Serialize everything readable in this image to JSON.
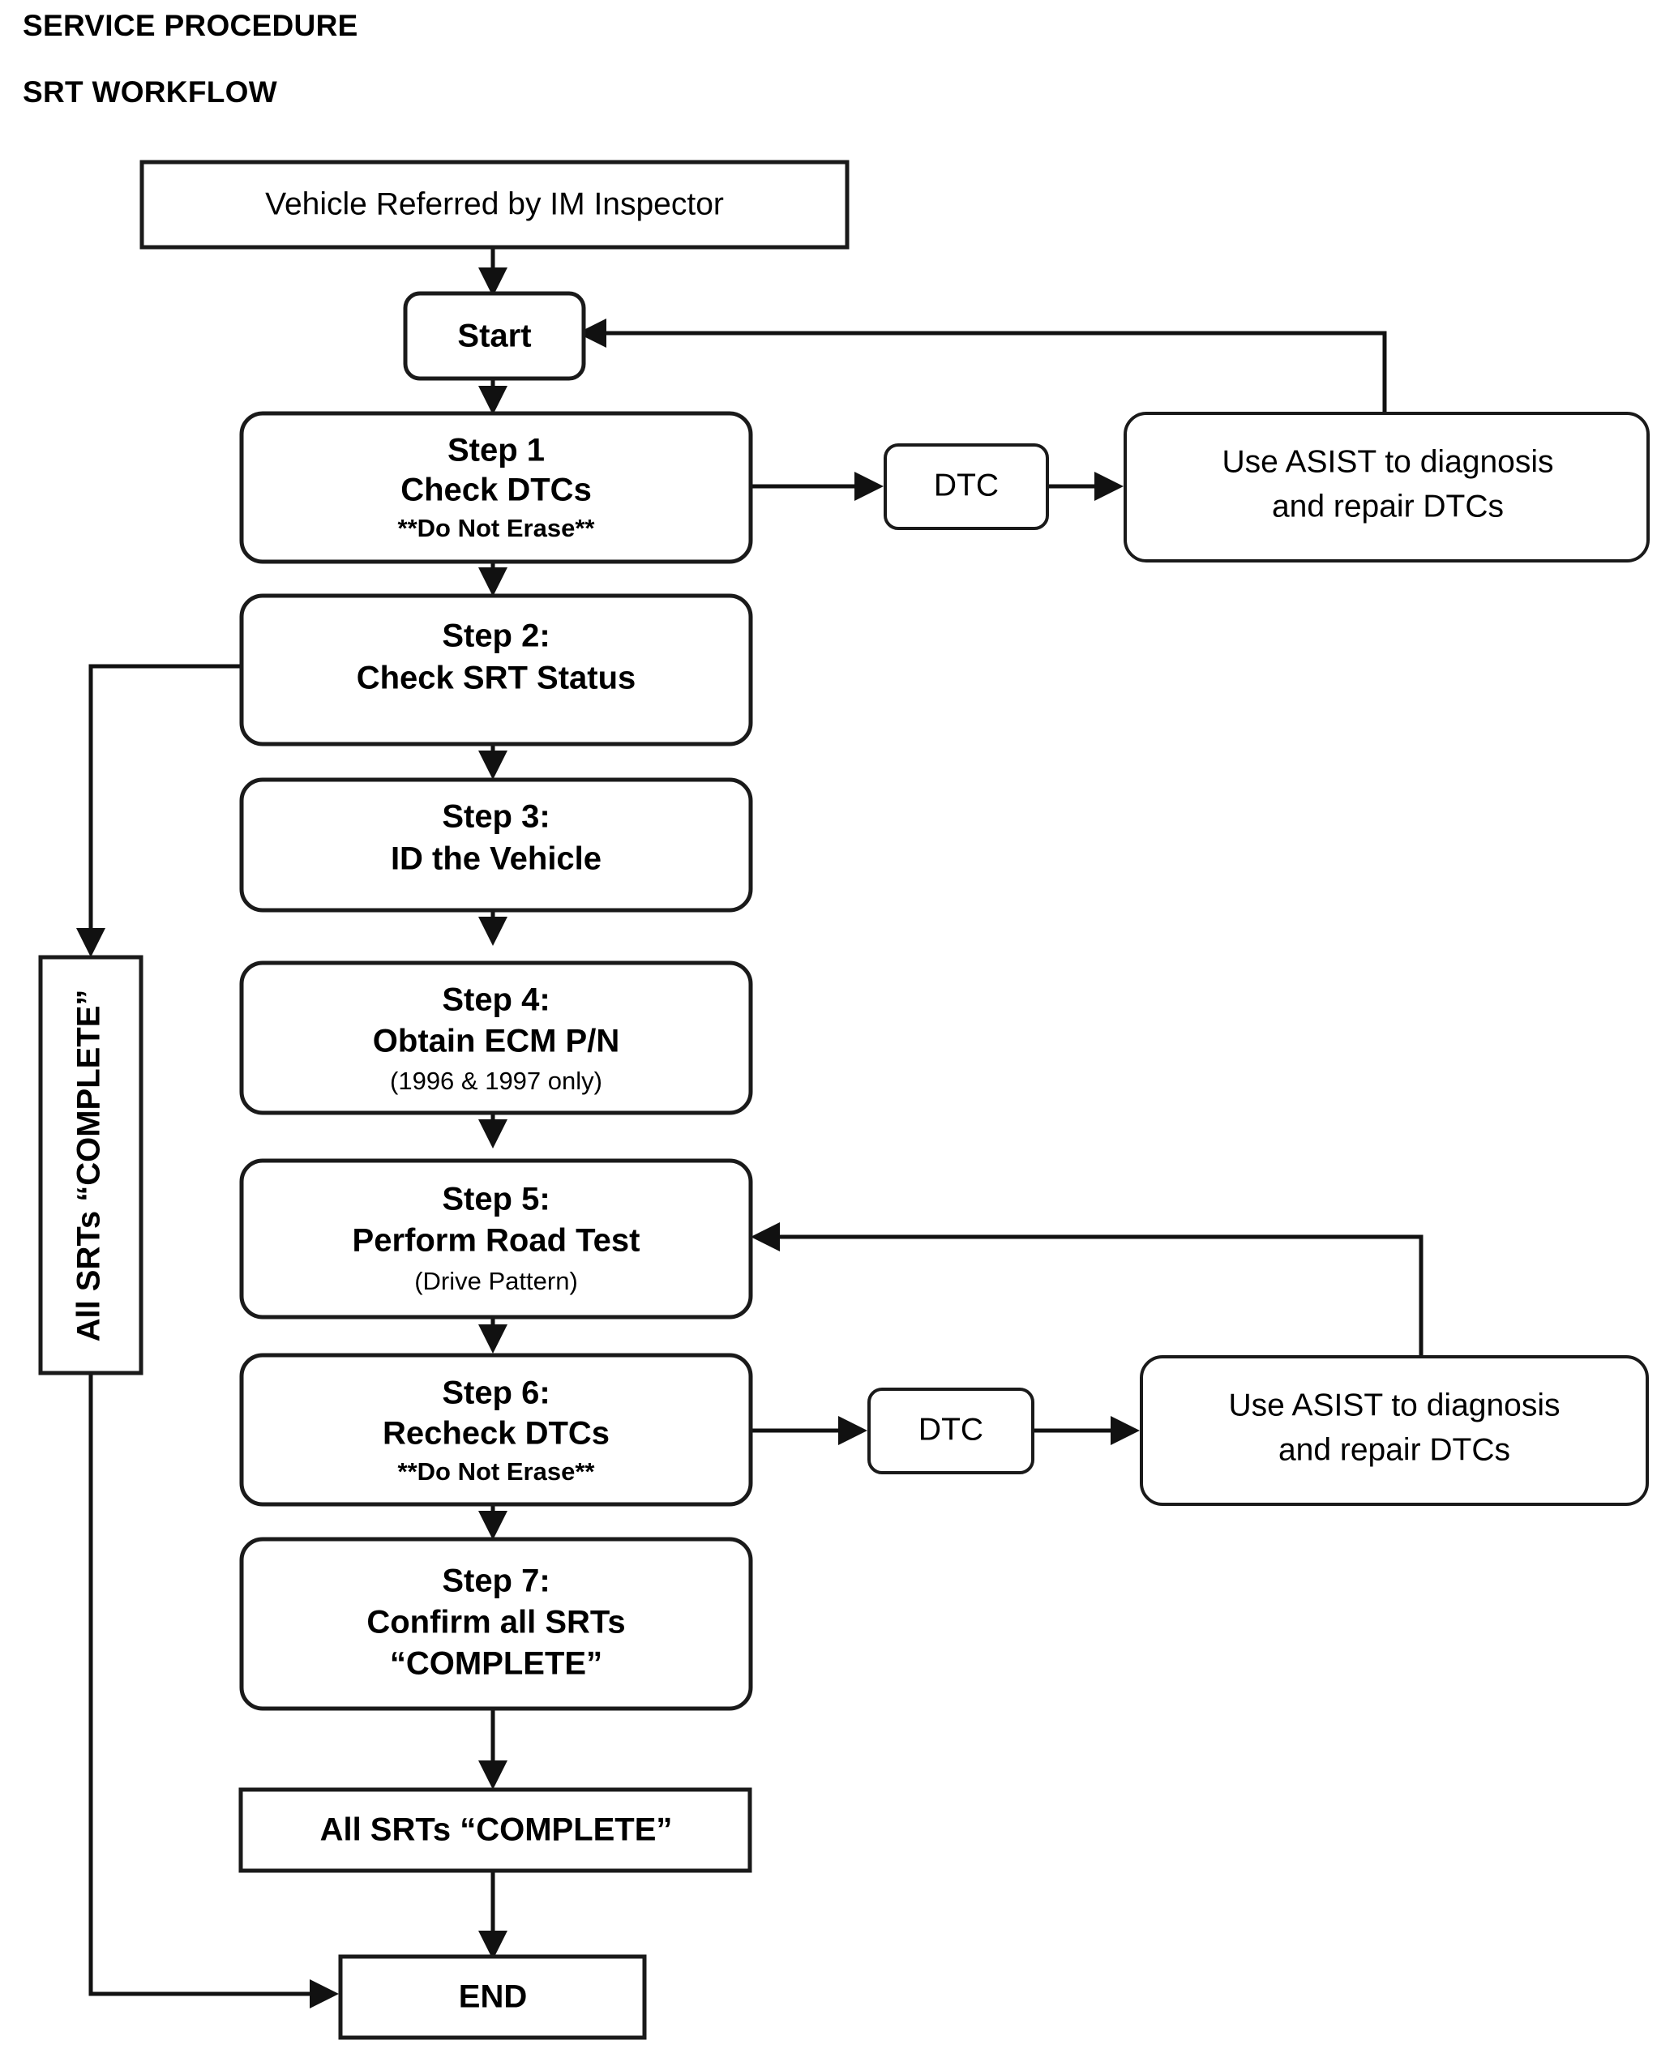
{
  "header": {
    "line1": "SERVICE PROCEDURE",
    "line2": "SRT WORKFLOW"
  },
  "chart_data": {
    "type": "flowchart",
    "title": "SRT WORKFLOW",
    "subtitle": "SERVICE PROCEDURE",
    "orientation": "top-to-bottom",
    "nodes": [
      {
        "id": "referral",
        "label": "Vehicle Referred by IM Inspector",
        "shape": "rectangle"
      },
      {
        "id": "start",
        "label": "Start",
        "shape": "rounded"
      },
      {
        "id": "step1",
        "label": "Step 1\nCheck DTCs\n**Do Not Erase**",
        "shape": "rounded"
      },
      {
        "id": "dtc1",
        "label": "DTC",
        "shape": "rounded"
      },
      {
        "id": "asist1",
        "label": "Use ASIST to diagnosis\nand repair DTCs",
        "shape": "rounded"
      },
      {
        "id": "step2",
        "label": "Step 2:\nCheck SRT Status",
        "shape": "rounded"
      },
      {
        "id": "step3",
        "label": "Step 3:\nID the Vehicle",
        "shape": "rounded"
      },
      {
        "id": "step4",
        "label": "Step 4:\nObtain ECM P/N\n(1996 & 1997 only)",
        "shape": "rounded"
      },
      {
        "id": "step5",
        "label": "Step 5:\nPerform Road Test\n(Drive Pattern)",
        "shape": "rounded"
      },
      {
        "id": "step6",
        "label": "Step 6:\nRecheck DTCs\n**Do Not Erase**",
        "shape": "rounded"
      },
      {
        "id": "dtc2",
        "label": "DTC",
        "shape": "rounded"
      },
      {
        "id": "asist2",
        "label": "Use ASIST to diagnosis\nand repair DTCs",
        "shape": "rounded"
      },
      {
        "id": "step7",
        "label": "Step 7:\nConfirm all SRTs\n“COMPLETE”",
        "shape": "rounded"
      },
      {
        "id": "allsrts",
        "label": "All SRTs “COMPLETE”",
        "shape": "rectangle"
      },
      {
        "id": "end",
        "label": "END",
        "shape": "rectangle"
      },
      {
        "id": "allsrtsvert",
        "label": "All SRTs “COMPLETE”",
        "shape": "rectangle-vertical"
      }
    ],
    "edges": [
      {
        "from": "referral",
        "to": "start"
      },
      {
        "from": "start",
        "to": "step1"
      },
      {
        "from": "step1",
        "to": "dtc1"
      },
      {
        "from": "dtc1",
        "to": "asist1"
      },
      {
        "from": "asist1",
        "to": "start",
        "note": "feedback loop"
      },
      {
        "from": "step1",
        "to": "step2"
      },
      {
        "from": "step2",
        "to": "allsrtsvert",
        "note": "left branch"
      },
      {
        "from": "step2",
        "to": "step3"
      },
      {
        "from": "step3",
        "to": "step4"
      },
      {
        "from": "step4",
        "to": "step5"
      },
      {
        "from": "step5",
        "to": "step6"
      },
      {
        "from": "step6",
        "to": "dtc2"
      },
      {
        "from": "dtc2",
        "to": "asist2"
      },
      {
        "from": "asist2",
        "to": "step5",
        "note": "feedback loop"
      },
      {
        "from": "step6",
        "to": "step7"
      },
      {
        "from": "step7",
        "to": "allsrts"
      },
      {
        "from": "allsrts",
        "to": "end"
      },
      {
        "from": "allsrtsvert",
        "to": "end"
      }
    ]
  },
  "nodes": {
    "referral": {
      "text": "Vehicle Referred by IM Inspector"
    },
    "start": {
      "text": "Start"
    },
    "step1": {
      "line1": "Step 1",
      "line2": "Check DTCs",
      "line3": "**Do Not Erase**"
    },
    "dtc1": {
      "text": "DTC"
    },
    "asist1": {
      "line1": "Use ASIST to diagnosis",
      "line2": "and repair DTCs"
    },
    "step2": {
      "line1": "Step 2:",
      "line2": "Check SRT Status"
    },
    "step3": {
      "line1": "Step 3:",
      "line2": "ID the Vehicle"
    },
    "step4": {
      "line1": "Step 4:",
      "line2": "Obtain ECM P/N",
      "line3": "(1996 & 1997 only)"
    },
    "step5": {
      "line1": "Step 5:",
      "line2": "Perform Road Test",
      "line3": "(Drive Pattern)"
    },
    "step6": {
      "line1": "Step 6:",
      "line2": "Recheck DTCs",
      "line3": "**Do Not Erase**"
    },
    "dtc2": {
      "text": "DTC"
    },
    "asist2": {
      "line1": "Use ASIST to diagnosis",
      "line2": "and repair DTCs"
    },
    "step7": {
      "line1": "Step 7:",
      "line2": "Confirm all SRTs",
      "line3": "“COMPLETE”"
    },
    "allsrts": {
      "text": "All SRTs “COMPLETE”"
    },
    "end": {
      "text": "END"
    },
    "allsrtsvert": {
      "text": "All SRTs “COMPLETE”"
    }
  },
  "colors": {
    "background": "#ffffff",
    "stroke": "#1a1a1a",
    "text": "#000000",
    "connector": "#111111"
  }
}
